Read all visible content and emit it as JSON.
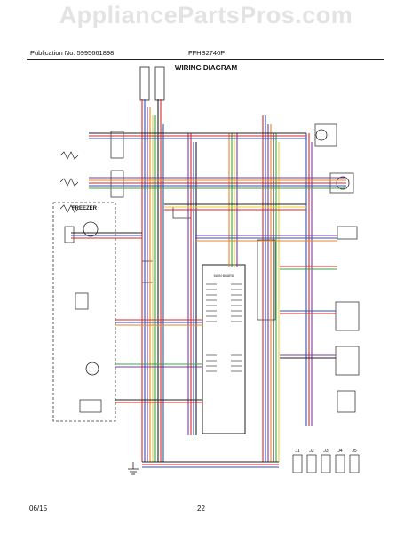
{
  "watermark": "AppliancePartsPros.com",
  "header": {
    "publication": "Publication No. 5995661898",
    "model": "FFHB2740P"
  },
  "title": "WIRING DIAGRAM",
  "diagram": {
    "freezer_label": "FREEZER",
    "main_board_label": "MAIN BOARD",
    "connector_labels": [
      "J1",
      "J2",
      "J3",
      "J4",
      "J5"
    ]
  },
  "footer": {
    "date": "06/15",
    "page": "22"
  },
  "colors": {
    "watermark": "#e3e3e3",
    "wire_red": "#d8262a",
    "wire_blue": "#2f53b5",
    "wire_purple": "#7a3c9c",
    "wire_orange": "#e8862a",
    "wire_yellow": "#e6cf2a",
    "wire_green": "#3aa64a",
    "wire_black": "#222222"
  }
}
